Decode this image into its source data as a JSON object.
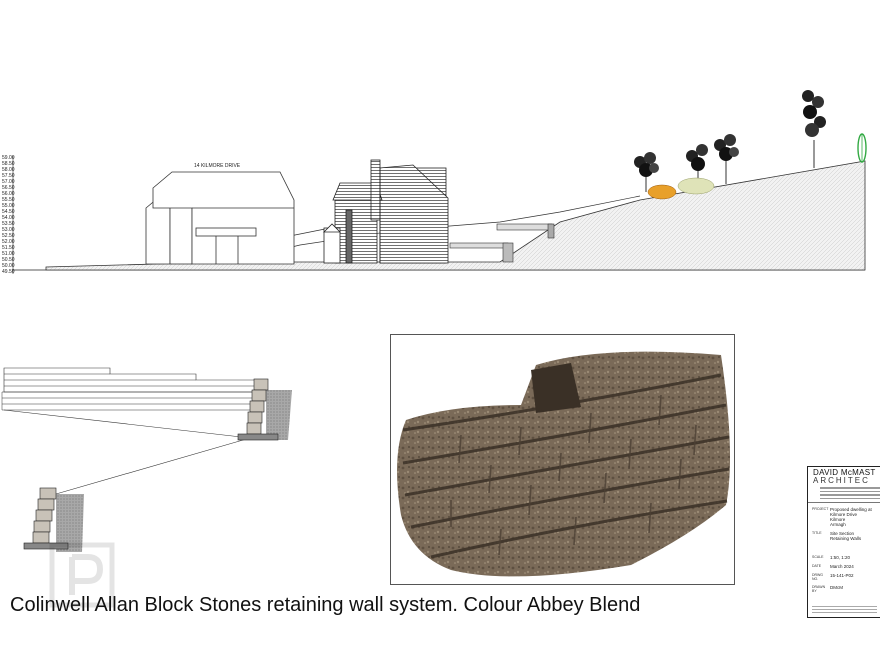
{
  "elevation": {
    "neighbour_label": "14 KILMORE DRIVE",
    "levels": [
      "59.00",
      "58.50",
      "58.00",
      "57.50",
      "57.00",
      "56.50",
      "56.00",
      "55.50",
      "55.00",
      "54.50",
      "54.00",
      "53.50",
      "53.00",
      "52.50",
      "52.00",
      "51.50",
      "51.00",
      "50.50",
      "50.00",
      "49.50"
    ]
  },
  "caption": "Colinwell Allan Block Stones retaining wall system. Colour Abbey Blend",
  "title_block": {
    "firm": "DAVID McMAST",
    "subtitle": "ARCHITEC",
    "project_label": "PROJECT",
    "project_lines": [
      "Proposed dwelling at",
      "Kilmore Drive",
      "Kilmore",
      "Armagh"
    ],
    "title_label": "TITLE",
    "title_lines": [
      "Site Section",
      "Retaining Walls"
    ],
    "scale_label": "SCALE",
    "scale_value": "1:50, 1:20",
    "date_label": "DATE",
    "date_value": "March 2024",
    "drawing_label": "DRWG No.",
    "drawing_value": "15-141-P02",
    "drawn_label": "DRAWN BY",
    "drawn_value": "DMcM"
  },
  "colors": {
    "block_stone": "#7a6a58",
    "block_shadow": "#3a3026",
    "soil_fill": "#999999",
    "grass": "#33aa44",
    "shrub_orange": "#e8a02a"
  }
}
